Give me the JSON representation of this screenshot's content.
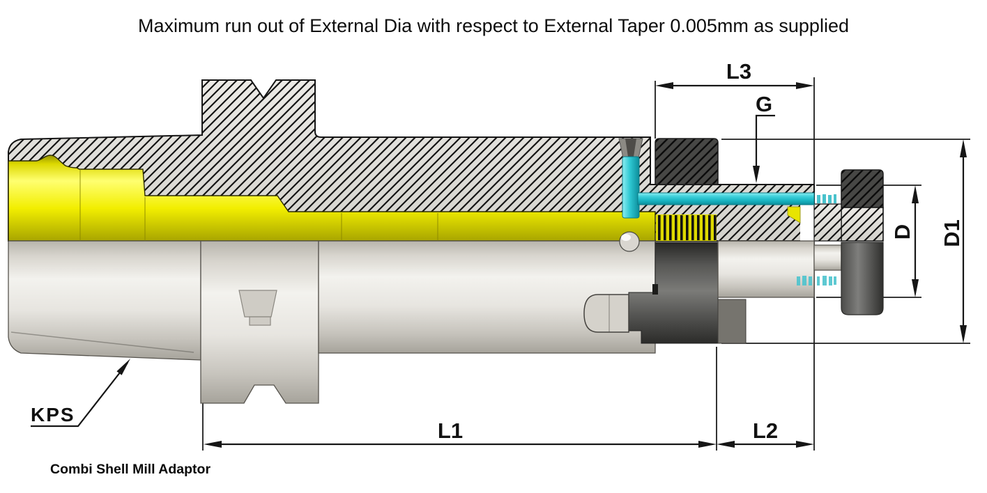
{
  "title": "Maximum run out of External Dia with respect to External Taper 0.005mm as supplied",
  "caption": "Combi Shell Mill Adaptor",
  "labels": {
    "l1": "L1",
    "l2": "L2",
    "l3": "L3",
    "g": "G",
    "d": "D",
    "d1": "D1",
    "kps": "KPS"
  },
  "colors": {
    "drawbar_yellow": "#f2ee00",
    "coolant_cyan": "#1fbdc9",
    "section_steel_gray": "#dddcd7",
    "clamp_dark_gray": "#4a4a48",
    "body_gray": "#d8d5cf",
    "line_black": "#161616"
  }
}
